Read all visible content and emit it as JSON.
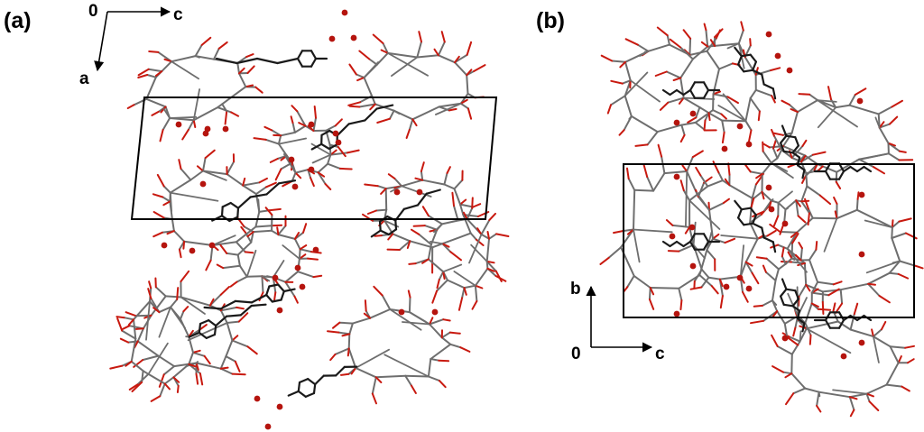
{
  "panels": [
    {
      "label": "(a)",
      "axes": {
        "origin": "0",
        "horizontal": "c",
        "vertical": "a"
      }
    },
    {
      "label": "(b)",
      "axes": {
        "origin": "0",
        "horizontal": "c",
        "vertical": "b"
      }
    }
  ],
  "colors": {
    "framework": "#6e6e6e",
    "oxygen": "#c8190f",
    "guest": "#1a1a1a",
    "water": "#b5140e",
    "cell": "#000000"
  }
}
